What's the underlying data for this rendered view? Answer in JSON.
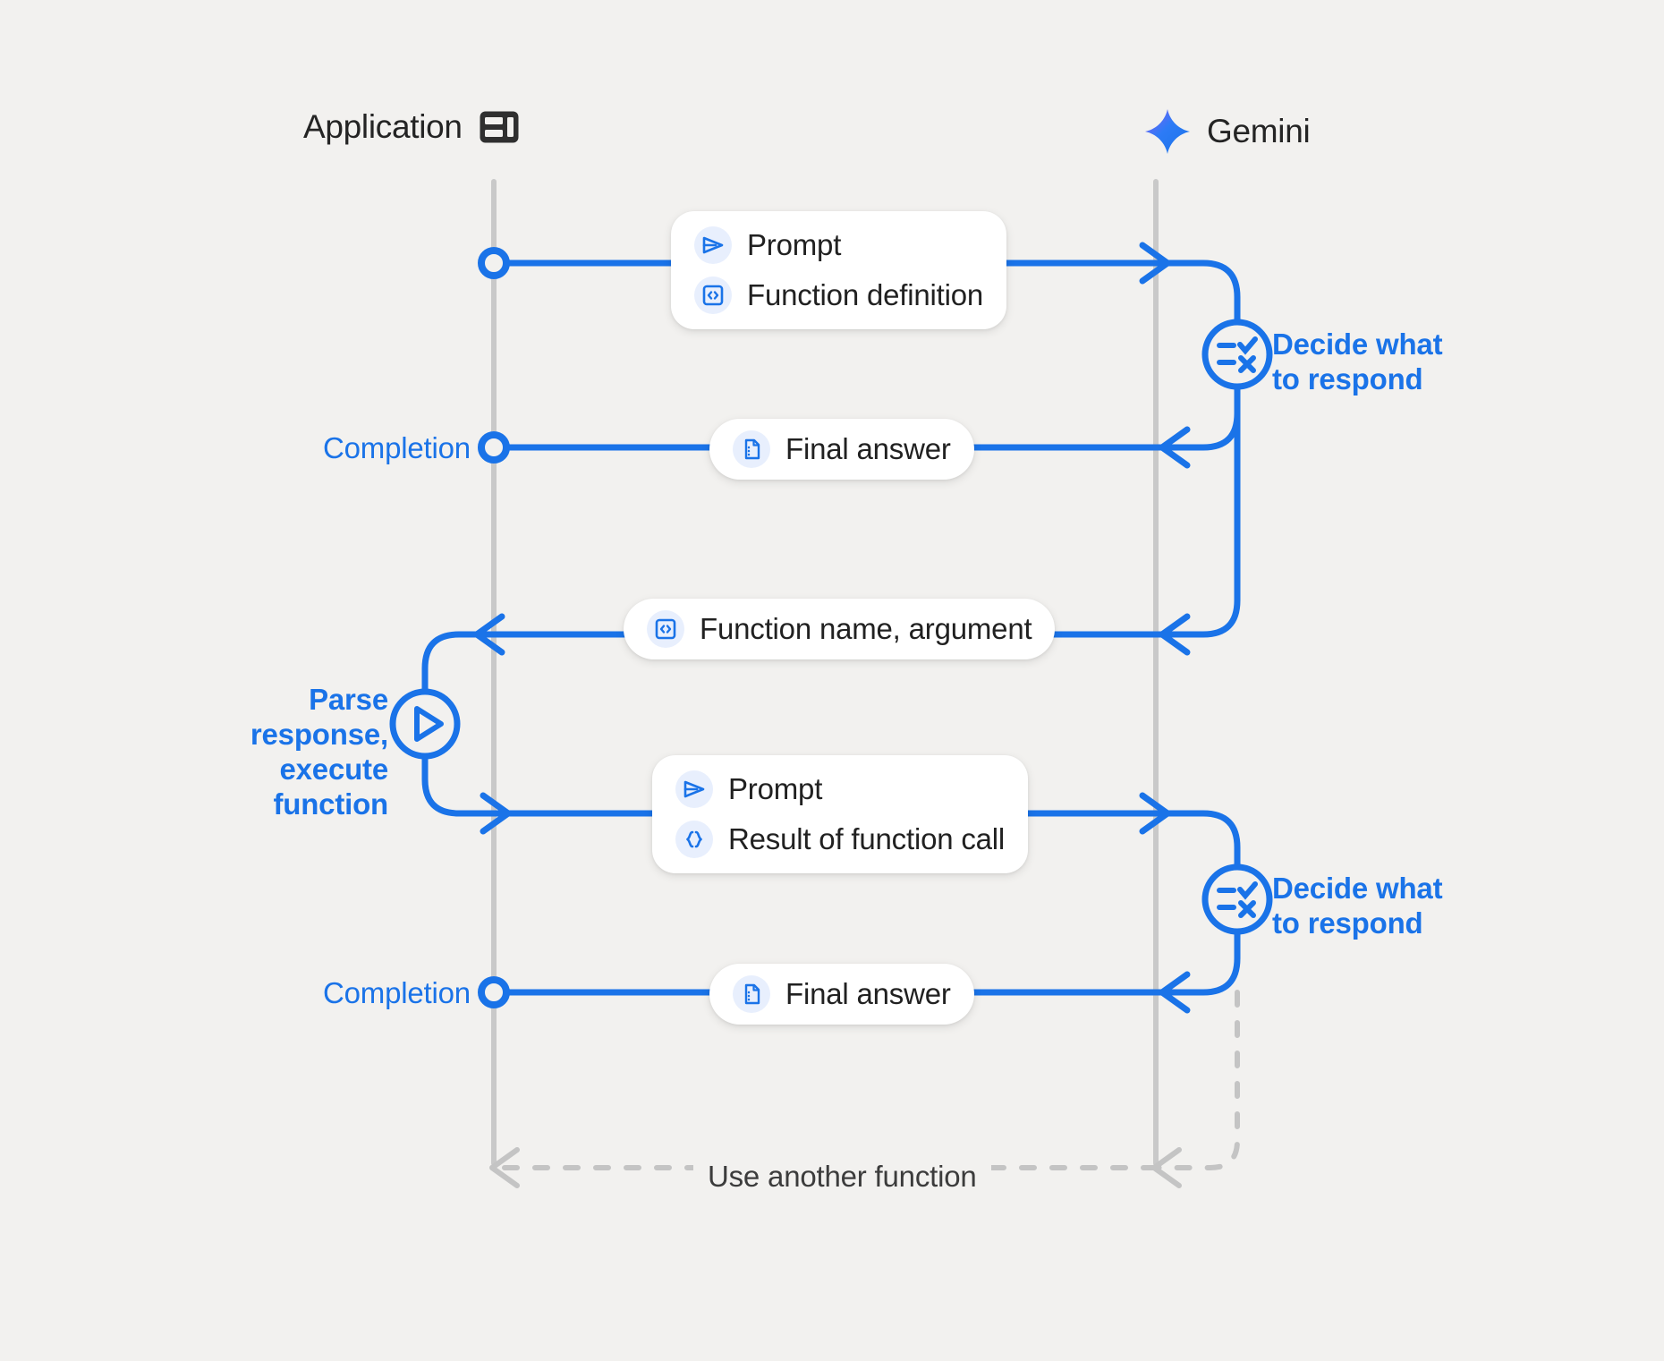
{
  "diagram": {
    "title": "Gemini function calling sequence",
    "background_color": "#f2f1ef",
    "accent_color": "#1a73e8",
    "lifeline_color": "#c9c9c9",
    "bubble_color": "#ffffff",
    "icon_bg_color": "#e8effd",
    "text_color": "#212121"
  },
  "columns": {
    "application": {
      "label": "Application",
      "icon": "dashboard-layout-icon"
    },
    "gemini": {
      "label": "Gemini",
      "icon": "gemini-sparkle-icon"
    }
  },
  "messages": [
    {
      "id": "prompt-function-definition",
      "direction": "application-to-gemini",
      "rows": [
        {
          "icon": "send-arrow-icon",
          "label": "Prompt"
        },
        {
          "icon": "code-brackets-icon",
          "label": "Function definition"
        }
      ]
    },
    {
      "id": "final-answer-1",
      "direction": "gemini-to-application",
      "rows": [
        {
          "icon": "document-icon",
          "label": "Final answer"
        }
      ]
    },
    {
      "id": "function-name-argument",
      "direction": "gemini-to-application",
      "rows": [
        {
          "icon": "code-brackets-icon",
          "label": "Function name,  argument"
        }
      ]
    },
    {
      "id": "prompt-result-of-function-call",
      "direction": "application-to-gemini",
      "rows": [
        {
          "icon": "send-arrow-icon",
          "label": "Prompt"
        },
        {
          "icon": "curly-braces-icon",
          "label": "Result of function call"
        }
      ]
    },
    {
      "id": "final-answer-2",
      "direction": "gemini-to-application",
      "rows": [
        {
          "icon": "document-icon",
          "label": "Final answer"
        }
      ]
    }
  ],
  "labels": {
    "completion_1": "Completion",
    "completion_2": "Completion",
    "parse_execute": "Parse response,\nexecute function",
    "decide_1": "Decide what\nto respond",
    "decide_2": "Decide what\nto respond",
    "loop_back": "Use another function"
  },
  "nodes": [
    {
      "id": "gemini-decide-1",
      "icon": "checklist-decision-icon",
      "side": "gemini"
    },
    {
      "id": "gemini-decide-2",
      "icon": "checklist-decision-icon",
      "side": "gemini"
    },
    {
      "id": "application-execute",
      "icon": "play-icon",
      "side": "application"
    }
  ]
}
